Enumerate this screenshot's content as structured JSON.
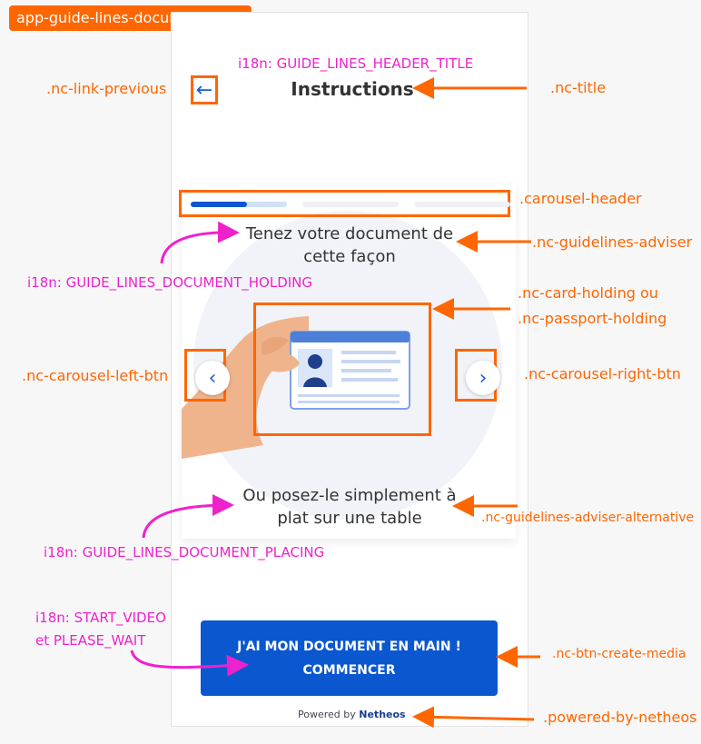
{
  "component_tag": "app-guide-lines-document-step",
  "header": {
    "title": "Instructions",
    "back_icon": "arrow-left-icon",
    "back_glyph": "←"
  },
  "adviser": {
    "line1": "Tenez votre document de",
    "line2": "cette façon"
  },
  "alternative": {
    "line1": "Ou posez-le simplement à",
    "line2": "plat sur une table"
  },
  "carousel": {
    "progress_segments": 3,
    "active_segment": 1,
    "left_glyph": "‹",
    "right_glyph": "›"
  },
  "cta": {
    "line1": "J'AI MON DOCUMENT EN MAIN !",
    "line2": "COMMENCER"
  },
  "powered": {
    "prefix": "Powered by",
    "brand": "Netheos"
  },
  "annotations": {
    "i18n_title": "i18n: GUIDE_LINES_HEADER_TITLE",
    "nc_title": ".nc-title",
    "nc_link_previous": ".nc-link-previous",
    "carousel_header": ".carousel-header",
    "nc_guidelines_adviser": ".nc-guidelines-adviser",
    "i18n_holding": "i18n: GUIDE_LINES_DOCUMENT_HOLDING",
    "nc_card_holding": ".nc-card-holding ou",
    "nc_passport_holding": ".nc-passport-holding",
    "nc_carousel_left_btn": ".nc-carousel-left-btn",
    "nc_carousel_right_btn": ".nc-carousel-right-btn",
    "nc_guidelines_adviser_alternative": ".nc-guidelines-adviser-alternative",
    "i18n_placing": "i18n: GUIDE_LINES_DOCUMENT_PLACING",
    "i18n_start_video": "i18n: START_VIDEO",
    "i18n_please_wait": "et PLEASE_WAIT",
    "nc_btn_create_media": ".nc-btn-create-media",
    "powered_by_netheos": ".powered-by-netheos"
  },
  "colors": {
    "annotation_orange": "#ff6600",
    "annotation_pink": "#ee22cc",
    "brand_blue": "#0b57d0"
  }
}
